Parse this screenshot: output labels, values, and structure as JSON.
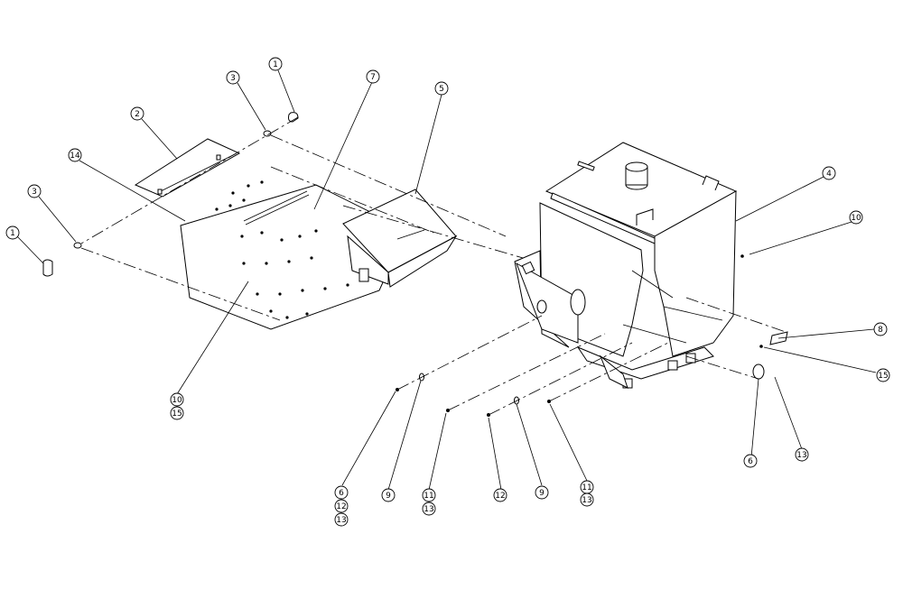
{
  "diagram": {
    "callouts": [
      {
        "id": "c1a",
        "label": "1"
      },
      {
        "id": "c1b",
        "label": "1"
      },
      {
        "id": "c2",
        "label": "2"
      },
      {
        "id": "c3a",
        "label": "3"
      },
      {
        "id": "c3b",
        "label": "3"
      },
      {
        "id": "c4",
        "label": "4"
      },
      {
        "id": "c5",
        "label": "5"
      },
      {
        "id": "c6a",
        "label": "6"
      },
      {
        "id": "c6b",
        "label": "6"
      },
      {
        "id": "c7",
        "label": "7"
      },
      {
        "id": "c8",
        "label": "8"
      },
      {
        "id": "c9a",
        "label": "9"
      },
      {
        "id": "c9b",
        "label": "9"
      },
      {
        "id": "c10a",
        "label": "10"
      },
      {
        "id": "c10b",
        "label": "10"
      },
      {
        "id": "c11a",
        "label": "11"
      },
      {
        "id": "c11b",
        "label": "11"
      },
      {
        "id": "c12a",
        "label": "12"
      },
      {
        "id": "c12b",
        "label": "12"
      },
      {
        "id": "c13a",
        "label": "13"
      },
      {
        "id": "c13b",
        "label": "13"
      },
      {
        "id": "c13c",
        "label": "13"
      },
      {
        "id": "c13d",
        "label": "13"
      },
      {
        "id": "c14",
        "label": "14"
      },
      {
        "id": "c15a",
        "label": "15"
      },
      {
        "id": "c15b",
        "label": "15"
      }
    ]
  }
}
